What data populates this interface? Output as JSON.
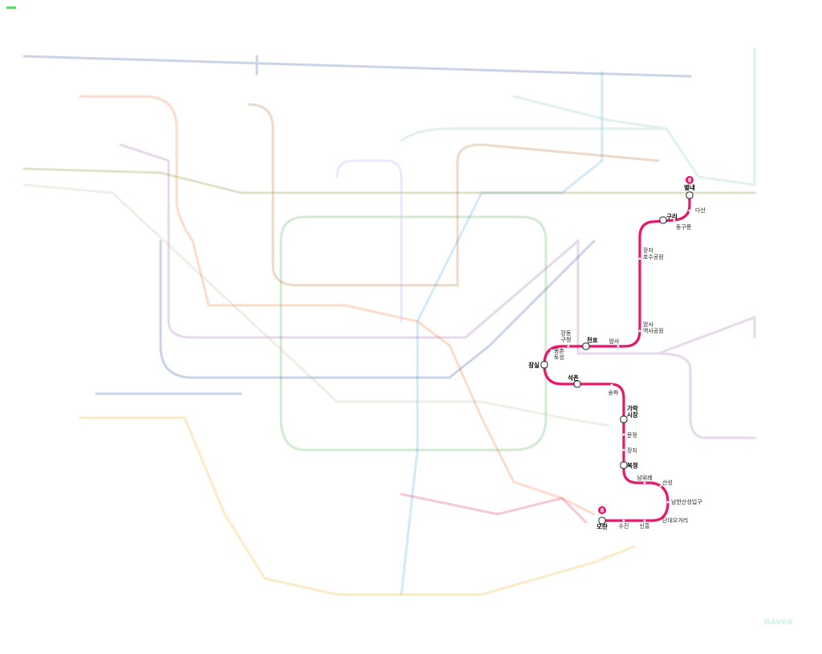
{
  "line": {
    "number": "8",
    "color": "#e6186c",
    "stations": [
      "별내",
      "다산",
      "동구릉",
      "구리",
      "장자\n호수공원",
      "암사\n역사공원",
      "암사",
      "천호",
      "강동\n구청",
      "몽촌\n토성",
      "잠실",
      "석촌",
      "송파",
      "가락\n시장",
      "문정",
      "장지",
      "복정",
      "남위례",
      "산성",
      "남한산성입구",
      "단대오거리",
      "신흥",
      "수진",
      "모란"
    ]
  },
  "logo": "NAVER"
}
